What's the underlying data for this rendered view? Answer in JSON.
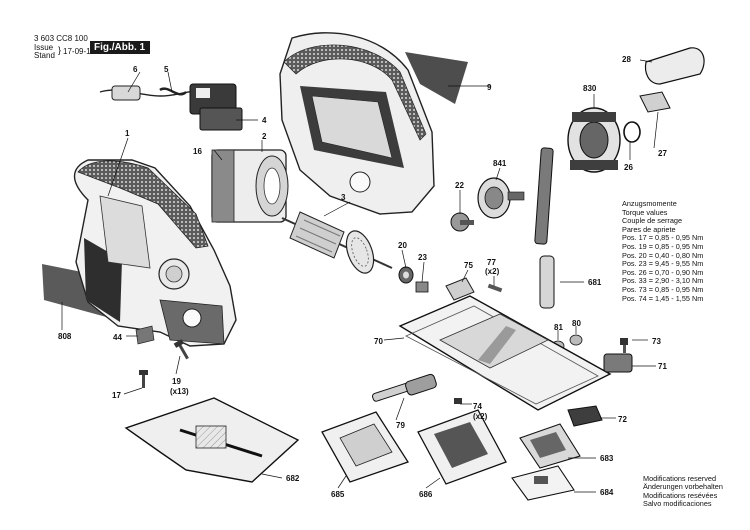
{
  "header": {
    "doc_number": "3 603 CC8 100",
    "issue_label": "Issue",
    "stand_label": "Stand",
    "date": "17-09-12",
    "figure_label": "Fig./Abb. 1"
  },
  "torque": {
    "lines": [
      "Anzugsmomente",
      "Torque values",
      "Couple de serrage",
      "Pares de apriete",
      "Pos. 17 = 0,85 - 0,95 Nm",
      "Pos. 19 = 0,85 - 0,95 Nm",
      "Pos. 20 = 0,40 - 0,80 Nm",
      "Pos. 23 = 9,45 - 9,55 Nm",
      "Pos. 26 = 0,70 - 0,90 Nm",
      "Pos. 33 = 2,90 - 3,10 Nm",
      "Pos. 73 = 0,85 - 0,95 Nm",
      "Pos. 74 = 1,45 - 1,55 Nm"
    ]
  },
  "modifications": {
    "lines": [
      "Modifications reserved",
      "Änderungen vorbehalten",
      "Modifications resévées",
      "Salvo modificaciones"
    ]
  },
  "parts": [
    {
      "id": "p1",
      "label": "1"
    },
    {
      "id": "p2",
      "label": "2"
    },
    {
      "id": "p3",
      "label": "3"
    },
    {
      "id": "p4",
      "label": "4"
    },
    {
      "id": "p5",
      "label": "5"
    },
    {
      "id": "p6",
      "label": "6"
    },
    {
      "id": "p9",
      "label": "9"
    },
    {
      "id": "p16",
      "label": "16"
    },
    {
      "id": "p17",
      "label": "17"
    },
    {
      "id": "p19",
      "label": "19"
    },
    {
      "id": "p19q",
      "label": "(x13)"
    },
    {
      "id": "p20",
      "label": "20"
    },
    {
      "id": "p22",
      "label": "22"
    },
    {
      "id": "p23",
      "label": "23"
    },
    {
      "id": "p26",
      "label": "26"
    },
    {
      "id": "p27",
      "label": "27"
    },
    {
      "id": "p28",
      "label": "28"
    },
    {
      "id": "p44",
      "label": "44"
    },
    {
      "id": "p70",
      "label": "70"
    },
    {
      "id": "p71",
      "label": "71"
    },
    {
      "id": "p72",
      "label": "72"
    },
    {
      "id": "p73",
      "label": "73"
    },
    {
      "id": "p74",
      "label": "74"
    },
    {
      "id": "p74q",
      "label": "(x2)"
    },
    {
      "id": "p75",
      "label": "75"
    },
    {
      "id": "p77",
      "label": "77"
    },
    {
      "id": "p77q",
      "label": "(x2)"
    },
    {
      "id": "p79",
      "label": "79"
    },
    {
      "id": "p80",
      "label": "80"
    },
    {
      "id": "p81",
      "label": "81"
    },
    {
      "id": "p681",
      "label": "681"
    },
    {
      "id": "p682",
      "label": "682"
    },
    {
      "id": "p683",
      "label": "683"
    },
    {
      "id": "p684",
      "label": "684"
    },
    {
      "id": "p685",
      "label": "685"
    },
    {
      "id": "p686",
      "label": "686"
    },
    {
      "id": "p808",
      "label": "808"
    },
    {
      "id": "p830",
      "label": "830"
    },
    {
      "id": "p841",
      "label": "841"
    }
  ]
}
